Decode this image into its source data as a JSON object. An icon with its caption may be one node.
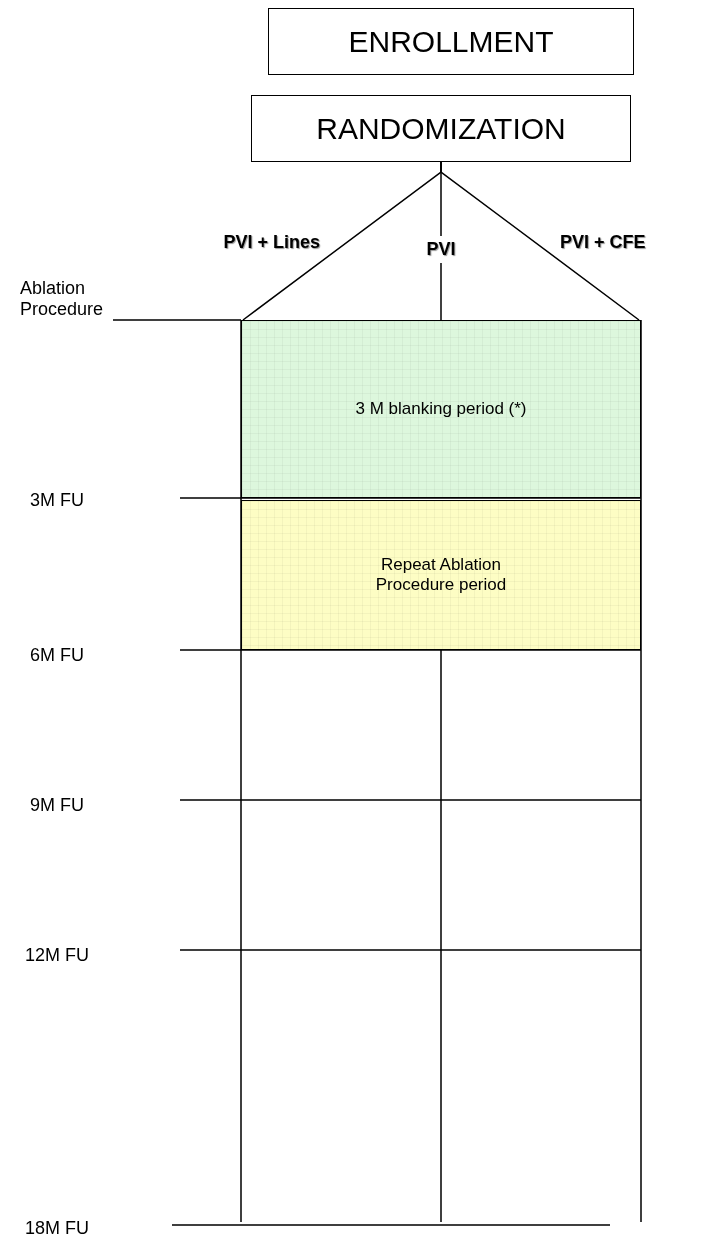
{
  "diagram": {
    "nodes": [
      {
        "text": [
          "ENROLLMENT"
        ]
      },
      {
        "text": [
          "RANDOMIZATION"
        ]
      },
      {
        "text": [
          "3 M blanking period (*)"
        ]
      },
      {
        "text": [
          "Repeat Ablation Procedure period"
        ]
      }
    ],
    "edges": [
      {
        "from": 1,
        "to": 2,
        "arrow": "none",
        "label": "PVI + Lines"
      },
      {
        "from": 1,
        "to": 2,
        "arrow": "none",
        "label": "PVI"
      },
      {
        "from": 1,
        "to": 2,
        "arrow": "none",
        "label": "PVI + CFE"
      }
    ],
    "labels": [
      "Ablation Procedure",
      "3M FU",
      "6M FU",
      "9M FU",
      "12M FU",
      "18M FU"
    ]
  }
}
